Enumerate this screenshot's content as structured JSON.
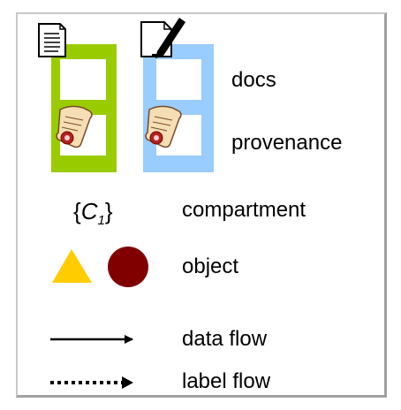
{
  "labels": {
    "docs": "docs",
    "provenance": "provenance",
    "compartment": "compartment",
    "object": "object",
    "data_flow": "data flow",
    "label_flow": "label flow"
  },
  "compartment_symbol": {
    "open": "{",
    "letter": "C",
    "subscript": "1",
    "close": "}"
  },
  "colors": {
    "green_box": "#99cc00",
    "blue_box": "#99ccff",
    "triangle": "#ffcc00",
    "circle": "#800000"
  },
  "icons": {
    "document": "document-icon",
    "editable_document": "document-pen-icon",
    "certificate": "certificate-scroll-icon"
  }
}
